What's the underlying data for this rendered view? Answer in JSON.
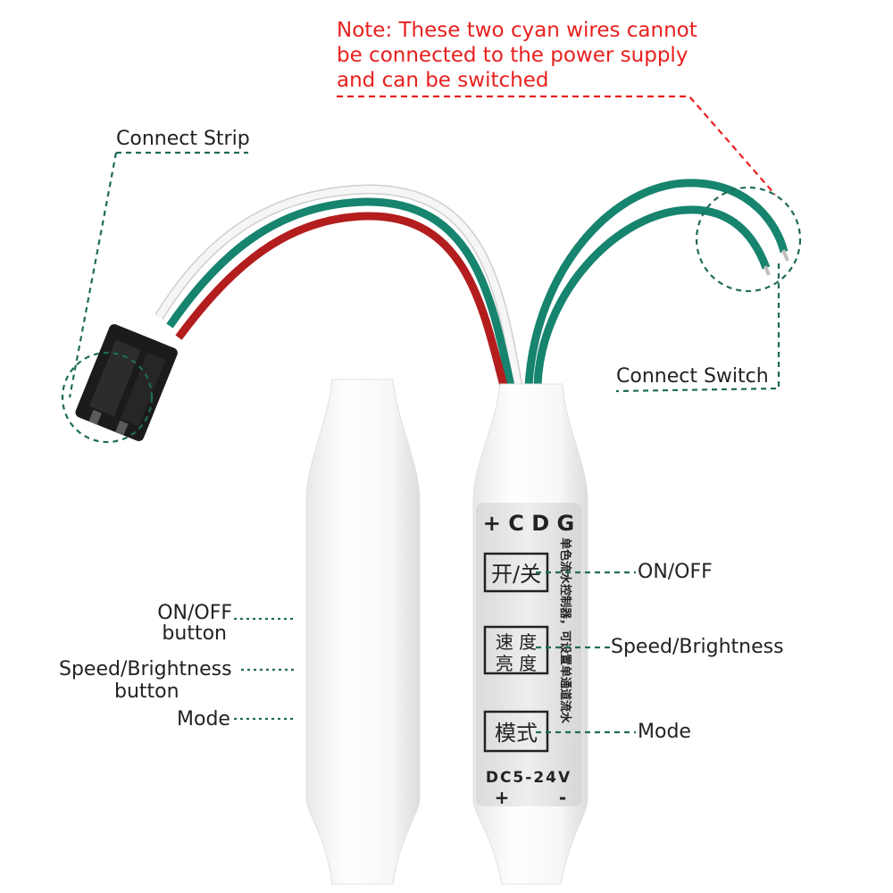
{
  "note": {
    "lines": [
      "Note: These two cyan wires cannot",
      "be connected to the power supply",
      "and can be switched"
    ]
  },
  "labels": {
    "connect_strip": "Connect Strip",
    "connect_switch": "Connect Switch",
    "on_off": "ON/OFF",
    "speed_brightness": "Speed/Brightness",
    "mode": "Mode",
    "left_on_off_line1": "ON/OFF",
    "left_on_off_line2": "button",
    "left_speed_line1": "Speed/Brightness",
    "left_speed_line2": "button",
    "left_mode": "Mode"
  },
  "controller": {
    "pins": "+ C D G",
    "btn_on_off": "开/关",
    "btn_speed_l1": "速 度",
    "btn_speed_l2": "亮 度",
    "btn_mode": "模式",
    "side_text": "单色流水控制器，可设置单通道流水",
    "voltage": "DC5-24V",
    "polarity_plus": "+",
    "polarity_minus": "-"
  },
  "colors": {
    "note_red": "#e8201e",
    "leader_teal": "#1f6b5a",
    "wire_cyan": "#16846e",
    "wire_red": "#b31d1d",
    "wire_white": "#f4f4f4",
    "connector_black": "#1b1b1b"
  }
}
